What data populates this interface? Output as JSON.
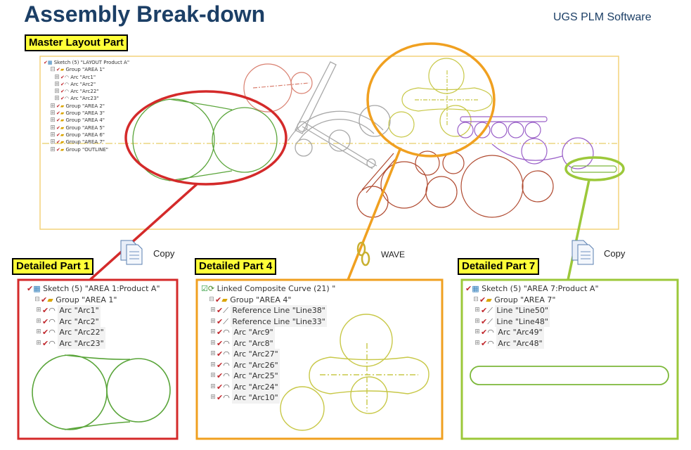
{
  "title": "Assembly Break-down",
  "vendor": "UGS PLM Software",
  "labels": {
    "master": "Master Layout Part",
    "detail1": "Detailed Part 1",
    "detail4": "Detailed Part 4",
    "detail7": "Detailed Part 7"
  },
  "operations": {
    "copy1": "Copy",
    "wave": "WAVE",
    "copy2": "Copy"
  },
  "master_tree": [
    "Sketch (5) \"LAYOUT Product A\"",
    "Group \"AREA 1\"",
    "Arc \"Arc1\"",
    "Arc \"Arc2\"",
    "Arc \"Arc22\"",
    "Arc \"Arc23\"",
    "Group \"AREA 2\"",
    "Group \"AREA 3\"",
    "Group \"AREA 4\"",
    "Group \"AREA 5\"",
    "Group \"AREA 6\"",
    "Group \"AREA 7\"",
    "Group \"OUTLINE\""
  ],
  "part1_tree": [
    "Sketch (5) \"AREA 1:Product A\"",
    "Group \"AREA 1\"",
    "Arc \"Arc1\"",
    "Arc \"Arc2\"",
    "Arc \"Arc22\"",
    "Arc \"Arc23\""
  ],
  "part4_tree": [
    "Linked Composite Curve (21) \"",
    "Group \"AREA 4\"",
    "Reference Line \"Line38\"",
    "Reference Line \"Line33\"",
    "Arc \"Arc9\"",
    "Arc \"Arc8\"",
    "Arc \"Arc27\"",
    "Arc \"Arc26\"",
    "Arc \"Arc25\"",
    "Arc \"Arc24\"",
    "Arc \"Arc10\""
  ],
  "part7_tree": [
    "Sketch (5) \"AREA 7:Product A\"",
    "Group \"AREA 7\"",
    "Line \"Line50\"",
    "Line \"Line48\"",
    "Arc \"Arc49\"",
    "Arc \"Arc48\""
  ],
  "colors": {
    "title": "#1c3f66",
    "label_fill": "#ffff38",
    "red_zoom": "#d42a2a",
    "orange_zoom": "#f0a020",
    "green_zoom": "#9cc83a",
    "layout_frame": "#f3d27a",
    "area1_curves": "#5aa53a",
    "area4_curves": "#c8c848",
    "area7_curves": "#7cb83a",
    "salmon_curves": "#d98070",
    "brick_curves": "#b04a30",
    "purple_curves": "#9a60c8",
    "gray_curves": "#a8a8a8",
    "centerline": "#e0c040"
  }
}
